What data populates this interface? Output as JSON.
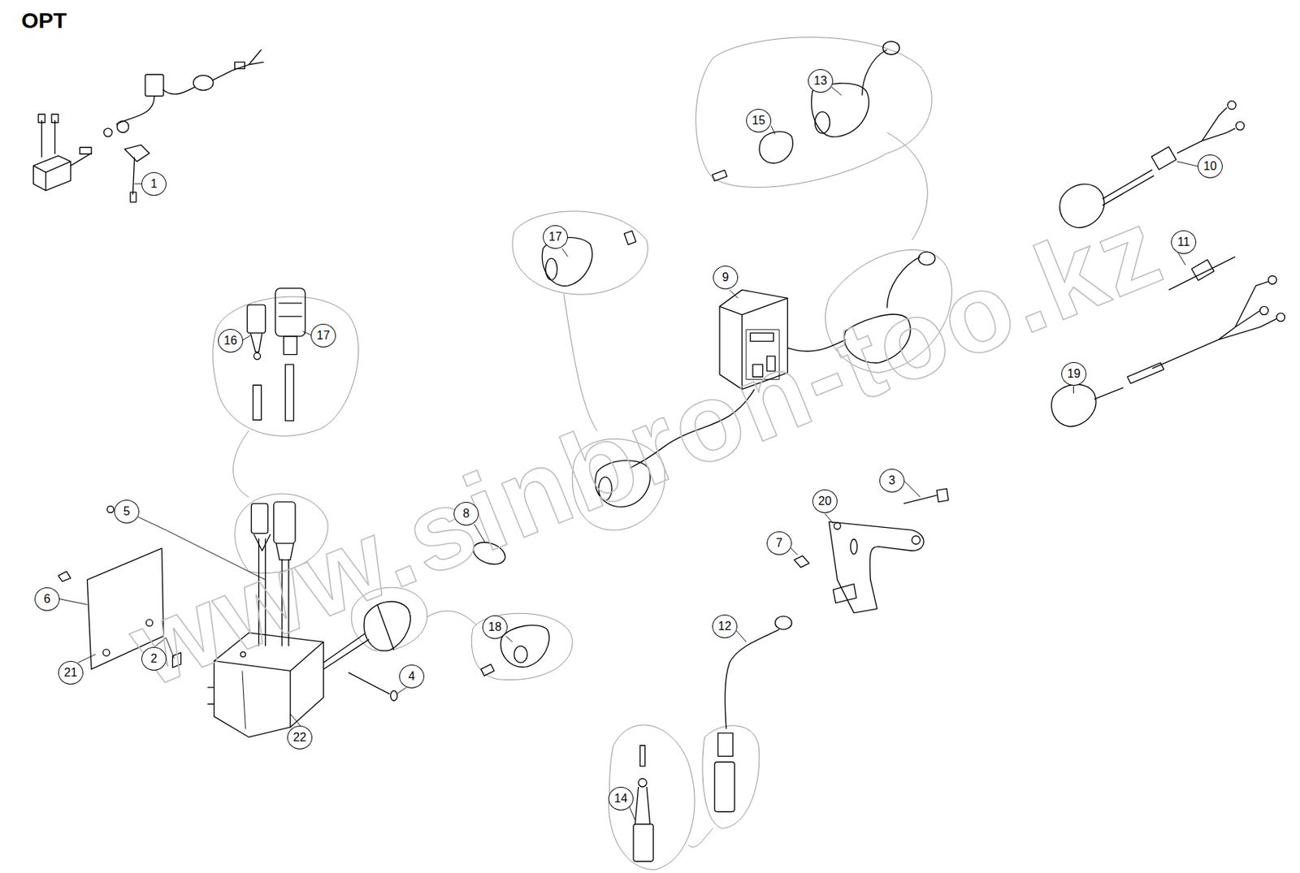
{
  "diagram": {
    "title": "OPT",
    "labels": [
      "1",
      "13",
      "15",
      "10",
      "11",
      "19",
      "17",
      "9",
      "16",
      "17",
      "5",
      "6",
      "8",
      "20",
      "3",
      "7",
      "12",
      "18",
      "4",
      "2",
      "21",
      "22",
      "14",
      "www.sinbron-too.kz"
    ]
  }
}
